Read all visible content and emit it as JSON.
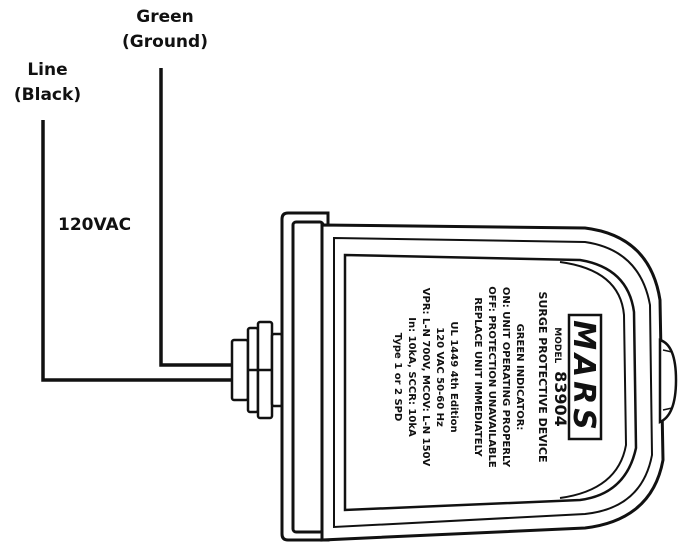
{
  "wires": {
    "ground": {
      "name": "Green",
      "sub": "(Ground)"
    },
    "line": {
      "name": "Line",
      "sub": "(Black)"
    },
    "voltage": "120VAC"
  },
  "device": {
    "brand": "MARS",
    "model_prefix": "MODEL",
    "model_number": "83904",
    "device_type": "SURGE PROTECTIVE DEVICE",
    "indicator_title": "GREEN INDICATOR:",
    "indicator_on": "ON: UNIT OPERATING PROPERLY",
    "indicator_off": "OFF: PROTECTION UNAVAILABLE",
    "replace": "REPLACE UNIT IMMEDIATELY",
    "ul": "UL 1449 4th Edition",
    "rating": "120 VAC 50-60 Hz",
    "vpr": "VPR: L-N 700V, MCOV: L-N 150V",
    "in_sccr": "In: 10kA, SCCR: 10kA",
    "type": "Type 1 or 2 SPD"
  }
}
